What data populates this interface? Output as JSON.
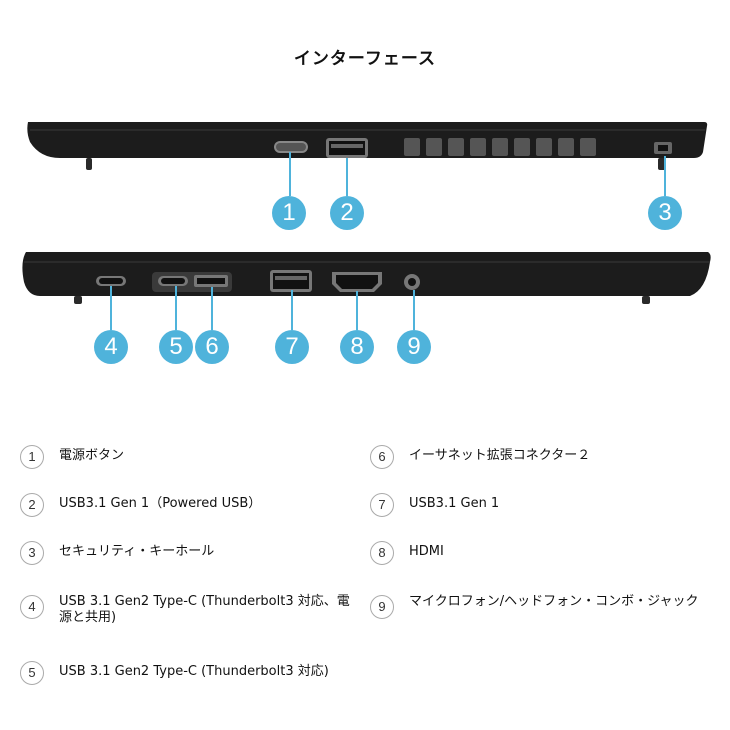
{
  "title": "インターフェース",
  "callouts": [
    "1",
    "2",
    "3",
    "4",
    "5",
    "6",
    "7",
    "8",
    "9"
  ],
  "ports": [
    {
      "num": "1",
      "label": "電源ボタン"
    },
    {
      "num": "2",
      "label": "USB3.1 Gen 1（Powered USB）"
    },
    {
      "num": "3",
      "label": "セキュリティ・キーホール"
    },
    {
      "num": "4",
      "label": "USB 3.1 Gen2 Type-C (Thunderbolt3 対応、電源と共用)"
    },
    {
      "num": "5",
      "label": "USB 3.1 Gen2 Type-C (Thunderbolt3 対応)"
    },
    {
      "num": "6",
      "label": "イーサネット拡張コネクター２"
    },
    {
      "num": "7",
      "label": "USB3.1 Gen 1"
    },
    {
      "num": "8",
      "label": "HDMI"
    },
    {
      "num": "9",
      "label": "マイクロフォン/ヘッドフォン・コンボ・ジャック"
    }
  ],
  "colors": {
    "callout": "#4fb3db",
    "chassis": "#1c1c1c",
    "leader": "#4fb3db"
  }
}
